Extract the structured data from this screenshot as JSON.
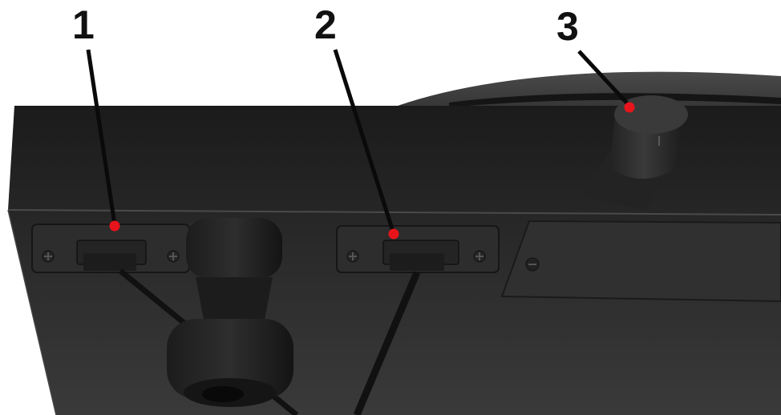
{
  "callouts": [
    {
      "label": "1"
    },
    {
      "label": "2"
    },
    {
      "label": "3"
    }
  ],
  "colors": {
    "background": "#ffffff",
    "housing": "#2a2a2a",
    "housing_top": "#1e1e1e",
    "marker": "#e8141b",
    "leader_line": "#0a0a0a",
    "label_text": "#111111"
  },
  "icons": [
    "screw-icon",
    "knob-icon",
    "foot-icon",
    "marker-dot-icon"
  ]
}
